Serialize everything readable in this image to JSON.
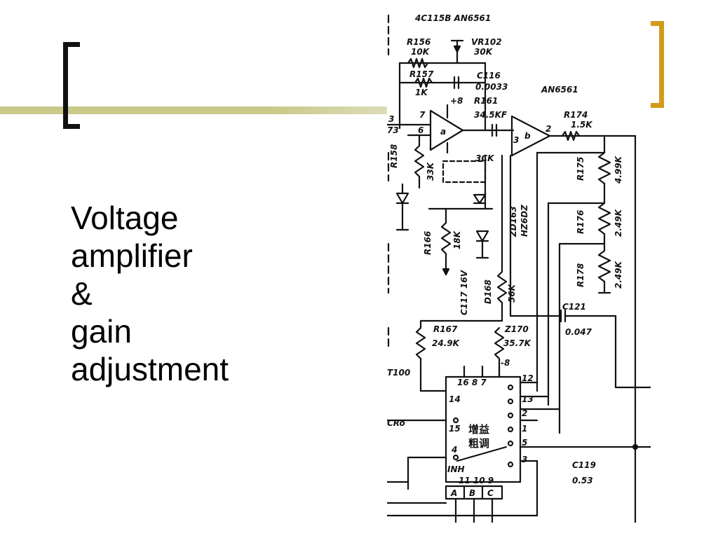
{
  "slide": {
    "title_lines": [
      "Voltage",
      "amplifier",
      "&",
      "gain",
      "adjustment"
    ]
  },
  "colors": {
    "accent_line": "#c9c98a",
    "left_bracket": "#111111",
    "right_bracket": "#d49a1a"
  },
  "schematic": {
    "labels": {
      "header": "4C115B AN6561",
      "r156": "R156",
      "r156_val": "10K",
      "vr102": "VR102",
      "vr102_val": "30K",
      "r157": "R157",
      "r157_val": "1K",
      "c116": "C116",
      "c116_val": "0.0033",
      "an6561b": "AN6561",
      "r161": "R161",
      "r161_val": "34.5KF",
      "plus8": "+8",
      "pin7": "7",
      "pin6": "6",
      "pin3": "3",
      "pin2": "2",
      "opamp_a": "a",
      "opamp_b": "b",
      "r174": "R174",
      "r174_val": "1.5K",
      "r158": "R158",
      "r158_val": "33K",
      "r175": "R175",
      "r175_val": "4.99K",
      "r176": "R176",
      "r176_val": "2.49K",
      "r178": "R178",
      "r178_val": "2.49K",
      "vr_val": "3CK",
      "zd": "ZD163",
      "zd_val": "HZ6DZ",
      "r166": "R166",
      "r166_val": "18K",
      "d168": "D168",
      "d168_val": "56K",
      "c117": "C117 16V",
      "c121": "C121",
      "c121_val": "0.047",
      "r167": "R167",
      "r167_val": "24.9K",
      "r170": "Z170",
      "r170_val": "35.7K",
      "minus8": "-8",
      "t100": "T100",
      "ic_pins_top": "16 8 7",
      "ic_pin14": "14",
      "ic_pin15": "15",
      "ic_pin4": "4",
      "ic_pin12": "12",
      "ic_pin13": "13",
      "ic_pin2": "2",
      "ic_pin1": "1",
      "ic_pin5": "5",
      "ic_pin3": "3",
      "ic_inh": "INH",
      "ic_bottom": "11 10 9",
      "ic_cjk1": "增益",
      "ic_cjk2": "粗调",
      "abc_a": "A",
      "abc_b": "B",
      "abc_c": "C",
      "c119": "C119",
      "c119_val": "0.53",
      "cro": "CRo",
      "left3": "3",
      "left73": "73"
    }
  }
}
